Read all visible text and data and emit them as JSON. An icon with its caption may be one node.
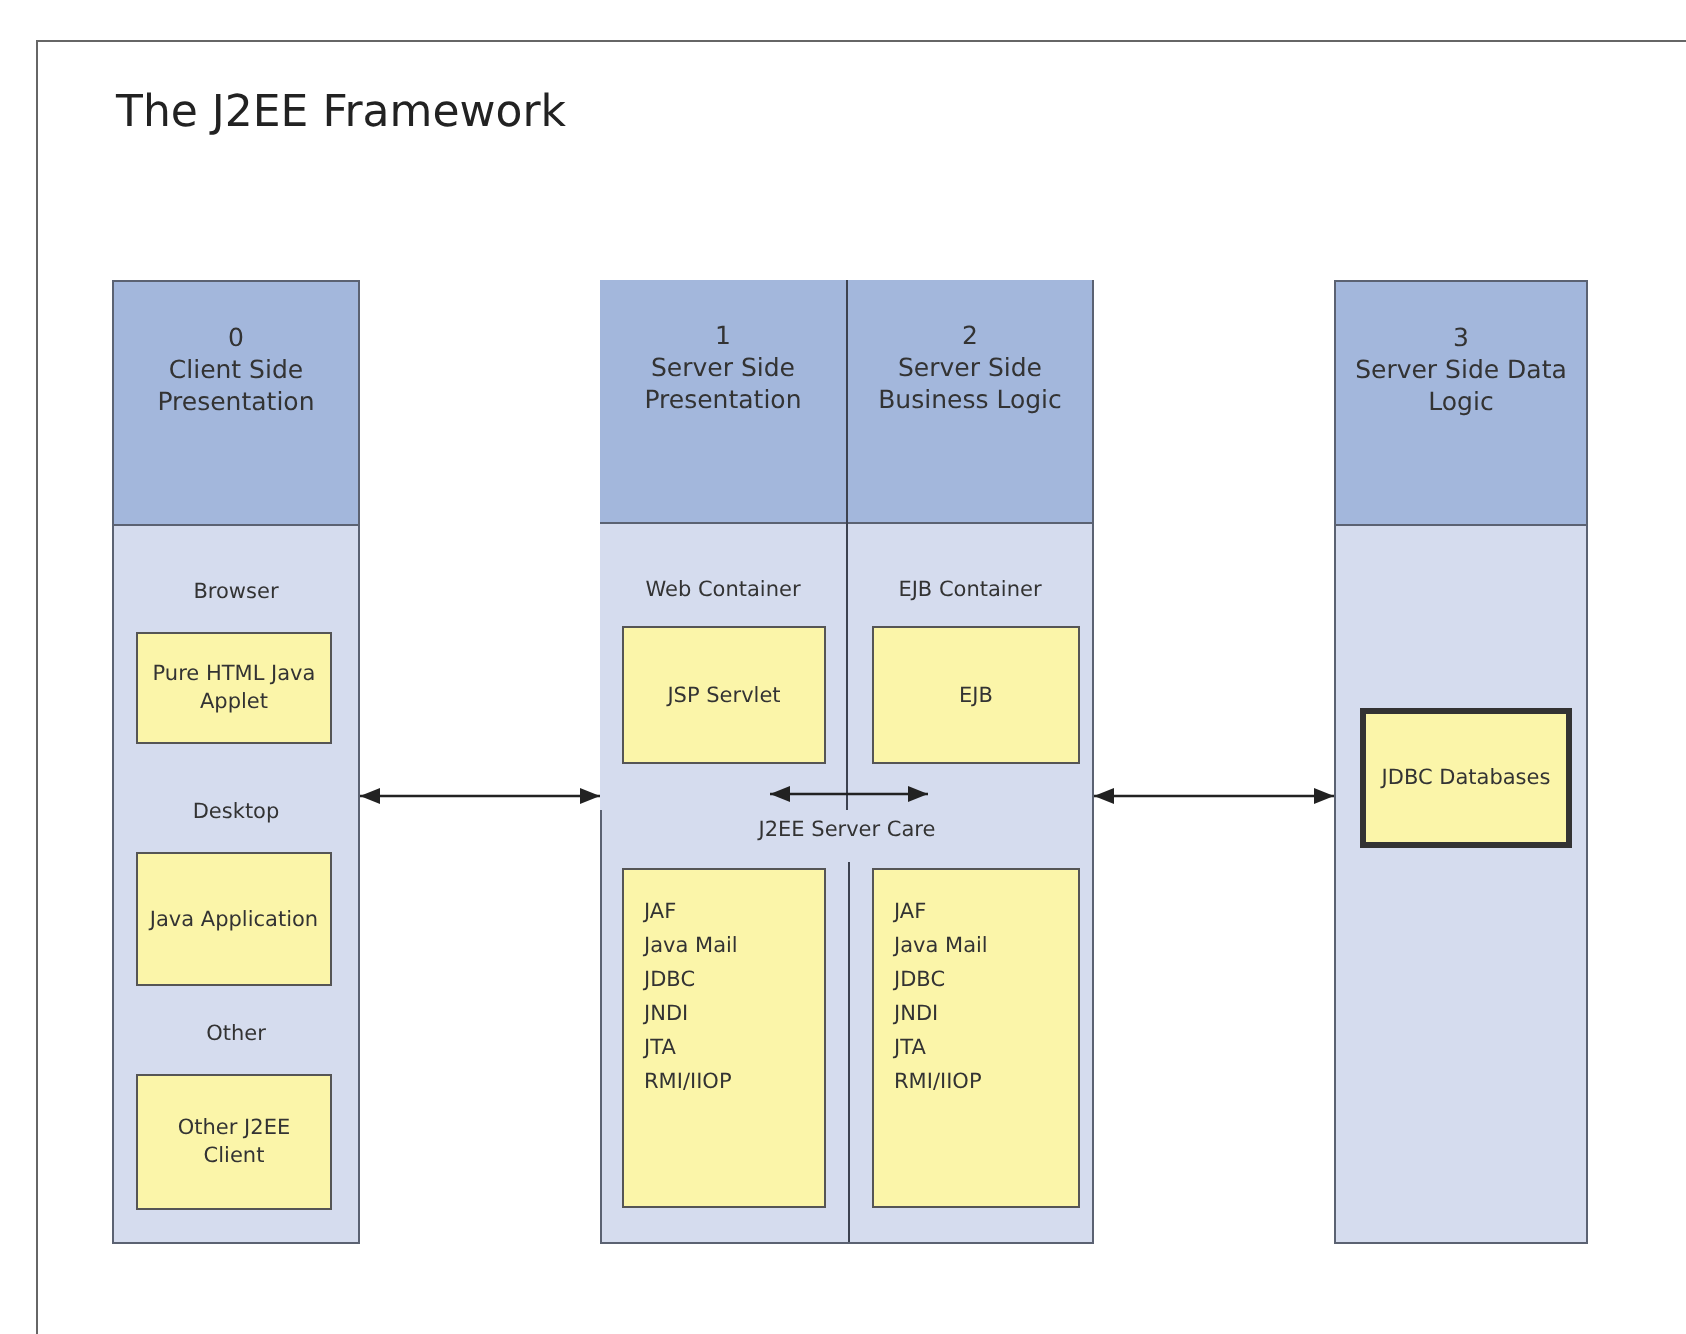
{
  "diagram": {
    "title": "The J2EE Framework",
    "nodes": [
      {
        "text": [
          "0",
          "Client Side Presentation",
          "Browser",
          "Desktop",
          "Other"
        ]
      },
      {
        "text": [
          "Pure HTML Java Applet"
        ],
        "in": 0
      },
      {
        "text": [
          "Java Application"
        ],
        "in": 0
      },
      {
        "text": [
          "Other J2EE Client"
        ],
        "in": 0
      },
      {
        "text": [
          "J2EE Server Care"
        ]
      },
      {
        "text": [
          "1",
          "Server Side Presentation",
          "Web Container"
        ],
        "in": 4
      },
      {
        "text": [
          "2",
          "Server Side Business Logic",
          "EJB Container"
        ],
        "in": 4
      },
      {
        "text": [
          "JSP Servlet"
        ],
        "in": 5
      },
      {
        "text": [
          "EJB"
        ],
        "in": 6
      },
      {
        "text": [
          "JAF",
          "Java Mail",
          "JDBC",
          "JNDI",
          "JTA",
          "RMI/IIOP"
        ],
        "in": 4
      },
      {
        "text": [
          "JAF",
          "Java Mail",
          "JDBC",
          "JNDI",
          "JTA",
          "RMI/IIOP"
        ],
        "in": 4
      },
      {
        "text": [
          "3",
          "Server Side Data Logic"
        ]
      },
      {
        "text": [
          "JDBC Databases"
        ],
        "in": 11
      }
    ],
    "edges": [
      {
        "from": 0,
        "to": 4,
        "arrow": "both"
      },
      {
        "from": 7,
        "to": 8,
        "arrow": "both"
      },
      {
        "from": 4,
        "to": 11,
        "arrow": "both"
      }
    ]
  }
}
